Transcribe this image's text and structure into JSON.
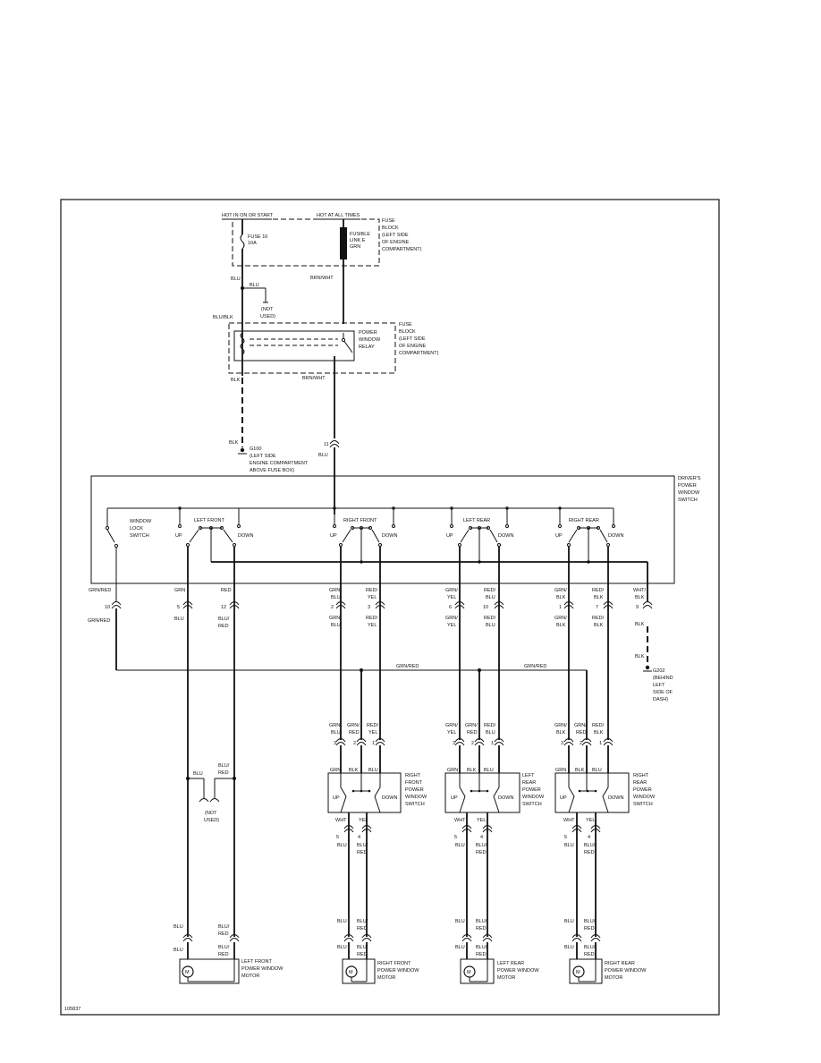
{
  "figure_id": "105837",
  "power": {
    "hot_run": "HOT IN ON OR START",
    "hot_all": "HOT AT ALL TIMES",
    "fuse16": [
      "FUSE 16",
      "10A"
    ],
    "fusible": [
      "FUSIBLE",
      "LINK E",
      "GRN"
    ],
    "fuse_block1": [
      "FUSE",
      "BLOCK",
      "(LEFT SIDE",
      "OF ENGINE",
      "COMPARTMENT)"
    ],
    "blu": "BLU",
    "blu2": "BLU",
    "not_used": [
      "(NOT",
      "USED)"
    ],
    "brn_wht": "BRN/WHT",
    "blu_blk": "BLU/BLK",
    "relay": [
      "POWER",
      "WINDOW",
      "RELAY"
    ],
    "fuse_block2": [
      "FUSE",
      "BLOCK",
      "(LEFT SIDE",
      "OF ENGINE",
      "COMPARTMENT)"
    ],
    "blk": "BLK",
    "brn_wht2": "BRN/WHT",
    "blk2": "BLK",
    "g100": [
      "G100",
      "(LEFT SIDE",
      "ENGINE COMPARTMENT",
      "ABOVE FUSE BOX)"
    ],
    "pin11": "11",
    "blu3": "BLU"
  },
  "driver_switch": {
    "label": [
      "DRIVER'S",
      "POWER",
      "WINDOW",
      "SWITCH"
    ],
    "window_lock": [
      "WINDOW",
      "LOCK",
      "SWITCH"
    ],
    "left_front": "LEFT FRONT",
    "right_front": "RIGHT FRONT",
    "left_rear": "LEFT REAR",
    "right_rear": "RIGHT REAR",
    "up": "UP",
    "down": "DOWN"
  },
  "connectors": {
    "c1": {
      "top": [
        "GRN/RED"
      ],
      "pin": "10",
      "bottom": [
        "GRN/RED"
      ]
    },
    "c2": {
      "top": [
        "GRN"
      ],
      "pin": "5",
      "bottom": [
        "BLU"
      ]
    },
    "c3": {
      "top": [
        "RED"
      ],
      "pin": "12",
      "bottom": [
        "BLU/",
        "RED"
      ]
    },
    "c4": {
      "top": [
        "GRN/",
        "BLU"
      ],
      "pin": "2",
      "bottom": [
        "GRN/",
        "BLU"
      ]
    },
    "c5": {
      "top": [
        "RED/",
        "YEL"
      ],
      "pin": "3",
      "bottom": [
        "RED/",
        "YEL"
      ]
    },
    "c6": {
      "top": [
        "GRN/",
        "YEL"
      ],
      "pin": "6",
      "bottom": [
        "GRN/",
        "YEL"
      ]
    },
    "c7": {
      "top": [
        "RED/",
        "BLU"
      ],
      "pin": "10",
      "bottom": [
        "RED/",
        "BLU"
      ]
    },
    "c8": {
      "top": [
        "GRN/",
        "BLK"
      ],
      "pin": "1",
      "bottom": [
        "GRN/",
        "BLK"
      ]
    },
    "c9": {
      "top": [
        "RED/",
        "BLK"
      ],
      "pin": "7",
      "bottom": [
        "RED/",
        "BLK"
      ]
    },
    "c10": {
      "top": [
        "WHT/",
        "BLK"
      ],
      "pin": "9",
      "bottom": [
        "BLK"
      ]
    }
  },
  "ground": {
    "blk": "BLK",
    "g202": [
      "G202",
      "(BEHIND",
      "LEFT",
      "SIDE OF",
      "DASH)"
    ],
    "grn_red_bus1": "GRN/RED",
    "grn_red_bus2": "GRN/RED"
  },
  "left_front_branch": {
    "blu": "BLU",
    "blu_red": [
      "BLU/",
      "RED"
    ],
    "not_used": [
      "(NOT",
      "USED)"
    ]
  },
  "passenger_switches": {
    "rf": {
      "name": [
        "RIGHT",
        "FRONT",
        "POWER",
        "WINDOW",
        "SWITCH"
      ],
      "top_wires": [
        [
          "GRN/",
          "BLU"
        ],
        [
          "GRN/",
          "RED"
        ],
        [
          "RED/",
          "YEL"
        ]
      ],
      "pins": [
        "3",
        "2",
        "1"
      ],
      "inner": [
        "GRN",
        "BLK",
        "BLU"
      ],
      "up": "UP",
      "down": "DOWN",
      "bottom": [
        "WHT",
        "YEL"
      ],
      "pins_bottom": [
        "5",
        "4"
      ],
      "below": [
        "BLU",
        "BLU/",
        "RED"
      ]
    },
    "lr": {
      "name": [
        "LEFT",
        "REAR",
        "POWER",
        "WINDOW",
        "SWITCH"
      ],
      "top_wires": [
        [
          "GRN/",
          "YEL"
        ],
        [
          "GRN/",
          "RED"
        ],
        [
          "RED/",
          "BLU"
        ]
      ],
      "pins": [
        "3",
        "2",
        "1"
      ],
      "inner": [
        "GRN",
        "BLK",
        "BLU"
      ],
      "up": "UP",
      "down": "DOWN",
      "bottom": [
        "WHT",
        "YEL"
      ],
      "pins_bottom": [
        "5",
        "4"
      ],
      "below": [
        "BLU",
        "BLU/",
        "RED"
      ]
    },
    "rr": {
      "name": [
        "RIGHT",
        "REAR",
        "POWER",
        "WINDOW",
        "SWITCH"
      ],
      "top_wires": [
        [
          "GRN/",
          "BLK"
        ],
        [
          "GRN/",
          "RED"
        ],
        [
          "RED/",
          "BLK"
        ]
      ],
      "pins": [
        "3",
        "2",
        "1"
      ],
      "inner": [
        "GRN",
        "BLK",
        "BLU"
      ],
      "up": "UP",
      "down": "DOWN",
      "bottom": [
        "WHT",
        "YEL"
      ],
      "pins_bottom": [
        "5",
        "4"
      ],
      "below": [
        "BLU",
        "BLU/",
        "RED"
      ]
    }
  },
  "motors": {
    "symbol": "M",
    "lf": {
      "name": [
        "LEFT FRONT",
        "POWER WINDOW",
        "MOTOR"
      ],
      "wires_top": [
        "BLU",
        "BLU/",
        "RED"
      ],
      "wires_bottom": [
        "BLU",
        "BLU/",
        "RED"
      ]
    },
    "rf": {
      "name": [
        "RIGHT FRONT",
        "POWER WINDOW",
        "MOTOR"
      ],
      "wires_top": [
        "BLU",
        "BLU/",
        "RED"
      ],
      "wires_bottom": [
        "BLU",
        "BLU/",
        "RED"
      ]
    },
    "lr": {
      "name": [
        "LEFT REAR",
        "POWER WINDOW",
        "MOTOR"
      ],
      "wires_top": [
        "BLU",
        "BLU/",
        "RED"
      ],
      "wires_bottom": [
        "BLU",
        "BLU/",
        "RED"
      ]
    },
    "rr": {
      "name": [
        "RIGHT REAR",
        "POWER WINDOW",
        "MOTOR"
      ],
      "wires_top": [
        "BLU",
        "BLU/",
        "RED"
      ],
      "wires_bottom": [
        "BLU",
        "BLU/",
        "RED"
      ]
    }
  }
}
